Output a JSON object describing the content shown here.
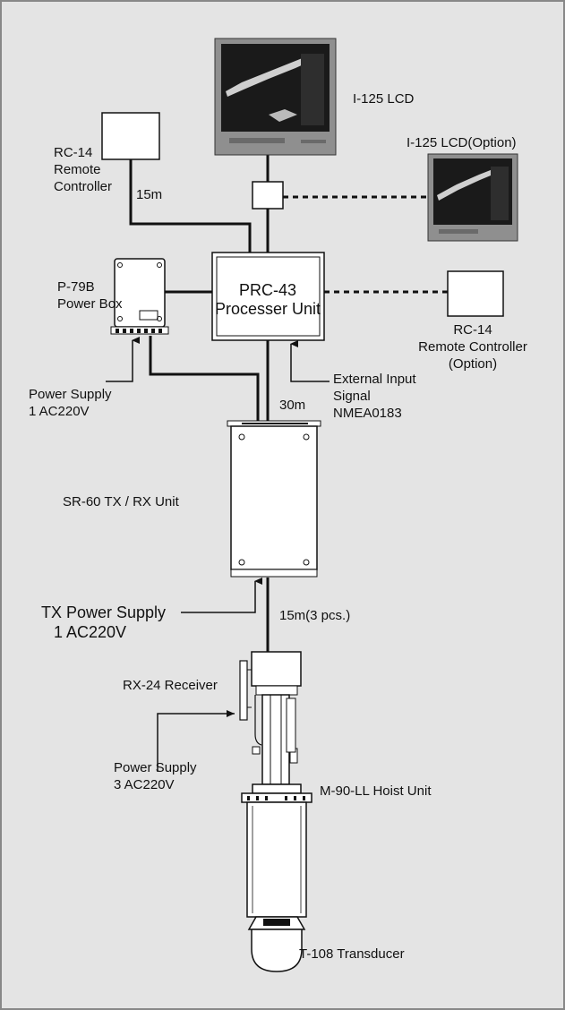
{
  "lcd_main": {
    "label": "I-125 LCD"
  },
  "lcd_option": {
    "label": "I-125 LCD(Option)"
  },
  "rc14": {
    "line1": "RC-14",
    "line2": "Remote",
    "line3": "Controller"
  },
  "cable_rc14": "15m",
  "power_box": {
    "line1": "P-79B",
    "line2": "Power Box"
  },
  "processor": {
    "line1": "PRC-43",
    "line2": "Processer Unit"
  },
  "rc14_option": {
    "line1": "RC-14",
    "line2": "Remote Controller",
    "line3": "(Option)"
  },
  "power_supply_1": {
    "line1": "Power Supply",
    "line2": "1   AC220V"
  },
  "cable_30m": "30m",
  "external_input": {
    "line1": "External Input",
    "line2": "Signal",
    "line3": "NMEA0183"
  },
  "txrx": {
    "label": "SR-60 TX / RX Unit"
  },
  "tx_power": {
    "line1": "TX Power Supply",
    "line2": "1   AC220V"
  },
  "cable_15m_3pcs": "15m(3 pcs.)",
  "receiver": {
    "label": "RX-24 Receiver"
  },
  "power_supply_3": {
    "line1": "Power Supply",
    "line2": "3   AC220V"
  },
  "hoist": {
    "label": "M-90-LL Hoist Unit"
  },
  "transducer": {
    "label": "T-108 Transducer"
  }
}
